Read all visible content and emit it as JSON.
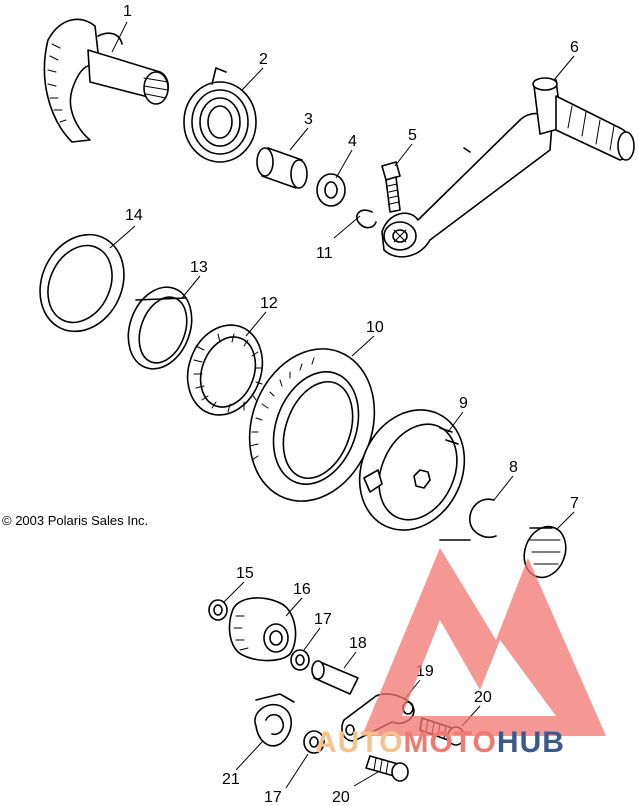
{
  "copyright": "© 2003 Polaris Sales Inc.",
  "callouts": [
    {
      "id": "c1",
      "label": "1"
    },
    {
      "id": "c2",
      "label": "2"
    },
    {
      "id": "c3",
      "label": "3"
    },
    {
      "id": "c4",
      "label": "4"
    },
    {
      "id": "c5",
      "label": "5"
    },
    {
      "id": "c6",
      "label": "6"
    },
    {
      "id": "c7",
      "label": "7"
    },
    {
      "id": "c8",
      "label": "8"
    },
    {
      "id": "c9",
      "label": "9"
    },
    {
      "id": "c10",
      "label": "10"
    },
    {
      "id": "c11",
      "label": "11"
    },
    {
      "id": "c12",
      "label": "12"
    },
    {
      "id": "c13",
      "label": "13"
    },
    {
      "id": "c14",
      "label": "14"
    },
    {
      "id": "c15",
      "label": "15"
    },
    {
      "id": "c16",
      "label": "16"
    },
    {
      "id": "c17a",
      "label": "17"
    },
    {
      "id": "c17b",
      "label": "17"
    },
    {
      "id": "c18",
      "label": "18"
    },
    {
      "id": "c19",
      "label": "19"
    },
    {
      "id": "c20a",
      "label": "20"
    },
    {
      "id": "c20b",
      "label": "20"
    },
    {
      "id": "c21",
      "label": "21"
    }
  ],
  "watermark": {
    "brand_part1": "AUTO",
    "brand_part2": "MOTO",
    "brand_part3": "HUB",
    "color_1": "#f5c28a",
    "color_2": "#f07a70",
    "color_3": "#3b5a8c"
  }
}
